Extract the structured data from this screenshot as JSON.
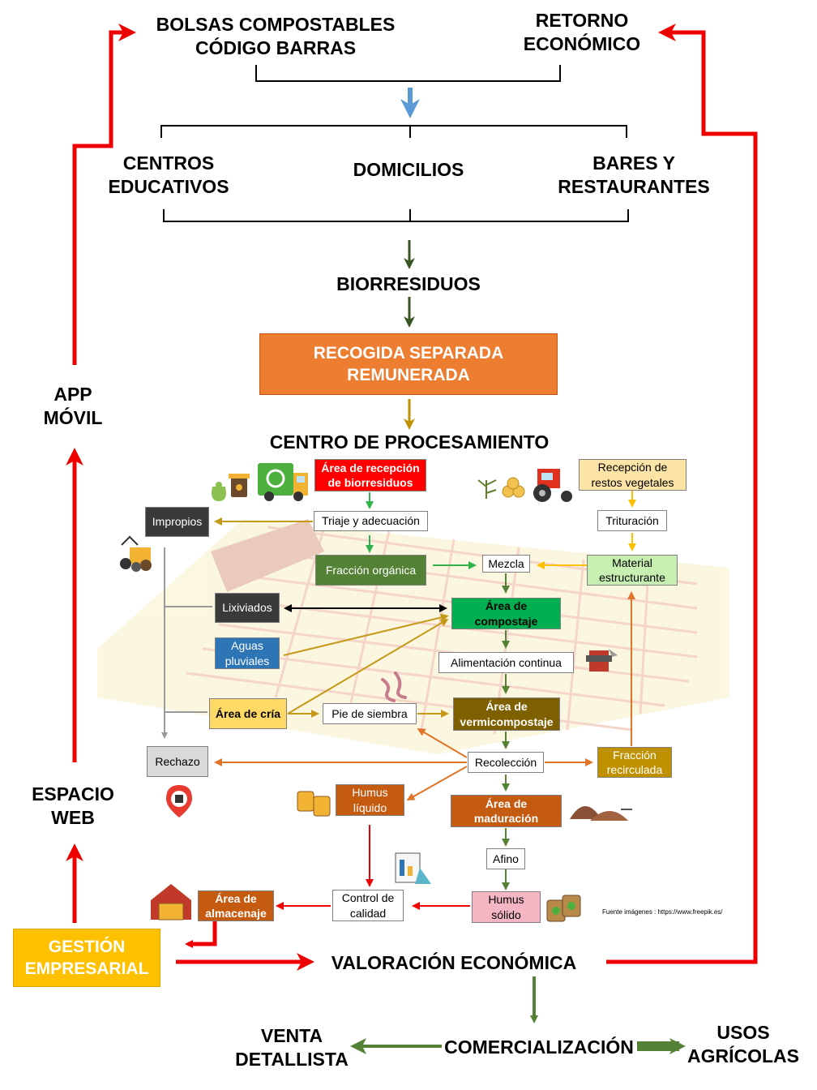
{
  "top": {
    "bags": "BOLSAS COMPOSTABLES\nCÓDIGO BARRAS",
    "return": "RETORNO\nECONÓMICO"
  },
  "sources": {
    "schools": "CENTROS\nEDUCATIVOS",
    "homes": "DOMICILIOS",
    "bars": "BARES Y\nRESTAURANTES"
  },
  "flow": {
    "biowaste": "BIORRESIDUOS",
    "collection": "RECOGIDA SEPARADA\nREMUNERADA",
    "center": "CENTRO DE PROCESAMIENTO"
  },
  "side": {
    "app": "APP\nMÓVIL",
    "web": "ESPACIO\nWEB",
    "management": "GESTIÓN\nEMPRESARIAL"
  },
  "bottom": {
    "valuation": "VALORACIÓN ECONÓMICA",
    "commercial": "COMERCIALIZACIÓN",
    "retail": "VENTA\nDETALLISTA",
    "agri": "USOS\nAGRÍCOLAS"
  },
  "process": {
    "reception": "Área de recepción\nde biorresiduos",
    "veg_reception": "Recepción de\nrestos vegetales",
    "impropios": "Impropios",
    "triage": "Triaje y adecuación",
    "shredding": "Trituración",
    "organic": "Fracción orgánica",
    "mix": "Mezcla",
    "structural": "Material\nestructurante",
    "leachate": "Lixiviados",
    "compost_area": "Área de\ncompostaje",
    "rainwater": "Aguas\npluviales",
    "feeding": "Alimentación continua",
    "breeding": "Área de cría",
    "seed": "Pie de siembra",
    "vermi": "Área de\nvermicompostaje",
    "reject": "Rechazo",
    "harvest": "Recolección",
    "recirculated": "Fracción\nrecirculada",
    "liquid_humus": "Humus\nlíquido",
    "maturation": "Área de\nmaduración",
    "refine": "Afino",
    "quality": "Control de\ncalidad",
    "storage": "Área de\nalmacenaje",
    "solid_humus": "Humus\nsólido"
  },
  "credit": "Fuente imágenes : https://www.freepik.es/",
  "colors": {
    "red": "#ee0000",
    "green": "#538135",
    "dark_green": "#375623",
    "orange": "#ed7d31",
    "gold": "#bf9000",
    "yellow_box": "#ffc000",
    "dark_box": "#3a3a3a",
    "blue_box": "#2e75b6",
    "brown_box": "#7f6000",
    "rust_box": "#c55a11",
    "pink_box": "#f4b6c2",
    "light_green_box": "#c6efb1",
    "light_yellow_box": "#fce4a6",
    "blue_arrow": "#5b9bd5"
  },
  "icons": [
    "recycle-truck-icon",
    "compost-bin-icon",
    "money-bag-icon",
    "tractor-icon",
    "hay-bale-icon",
    "plant-icon",
    "trash-pile-icon",
    "worm-icon",
    "shredder-machine-icon",
    "trash-location-icon",
    "jar-icon",
    "soil-pile-icon",
    "lab-chart-icon",
    "warehouse-icon",
    "fertilizer-sacks-icon"
  ]
}
